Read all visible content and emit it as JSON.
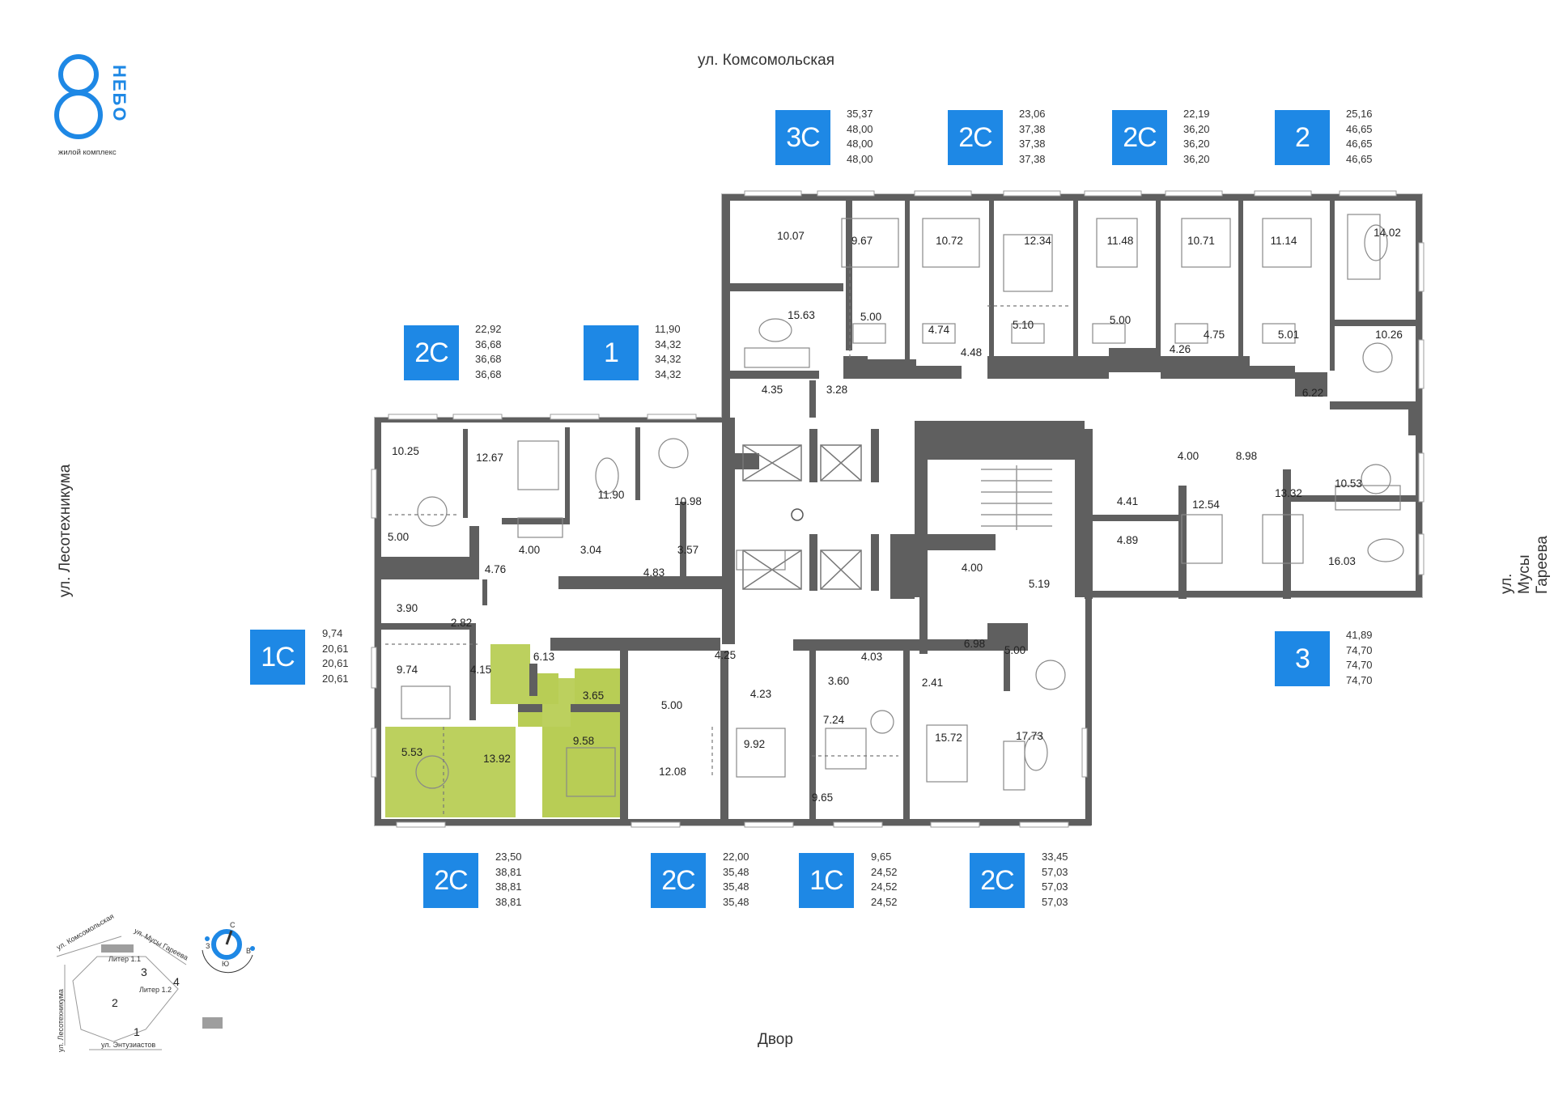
{
  "logo": {
    "brand": "НЕБО",
    "subtitle": "жилой комплекс"
  },
  "streets": {
    "north": "ул. Комсомольская",
    "south": "Двор",
    "west": "ул. Лесотехникума",
    "east": "ул. Мусы Гареева"
  },
  "apartments": [
    {
      "type": "3С",
      "areas": [
        "35,37",
        "48,00",
        "48,00",
        "48,00"
      ]
    },
    {
      "type": "2С",
      "areas": [
        "23,06",
        "37,38",
        "37,38",
        "37,38"
      ]
    },
    {
      "type": "2С",
      "areas": [
        "22,19",
        "36,20",
        "36,20",
        "36,20"
      ]
    },
    {
      "type": "2",
      "areas": [
        "25,16",
        "46,65",
        "46,65",
        "46,65"
      ]
    },
    {
      "type": "2С",
      "areas": [
        "22,92",
        "36,68",
        "36,68",
        "36,68"
      ]
    },
    {
      "type": "1",
      "areas": [
        "11,90",
        "34,32",
        "34,32",
        "34,32"
      ]
    },
    {
      "type": "1С",
      "areas": [
        "9,74",
        "20,61",
        "20,61",
        "20,61"
      ]
    },
    {
      "type": "3",
      "areas": [
        "41,89",
        "74,70",
        "74,70",
        "74,70"
      ]
    },
    {
      "type": "2С",
      "areas": [
        "23,50",
        "38,81",
        "38,81",
        "38,81"
      ]
    },
    {
      "type": "2С",
      "areas": [
        "22,00",
        "35,48",
        "35,48",
        "35,48"
      ]
    },
    {
      "type": "1С",
      "areas": [
        "9,65",
        "24,52",
        "24,52",
        "24,52"
      ]
    },
    {
      "type": "2С",
      "areas": [
        "33,45",
        "57,03",
        "57,03",
        "57,03"
      ]
    }
  ],
  "rooms": [
    "10.07",
    "9.67",
    "10.72",
    "12.34",
    "11.48",
    "10.71",
    "11.14",
    "14.02",
    "15.63",
    "5.00",
    "4.74",
    "4.48",
    "5.10",
    "5.00",
    "4.26",
    "4.75",
    "5.01",
    "10.26",
    "4.35",
    "3.28",
    "6.22",
    "10.25",
    "12.67",
    "11.90",
    "10.98",
    "4.00",
    "8.98",
    "5.00",
    "4.00",
    "3.04",
    "4.83",
    "3.57",
    "4.41",
    "12.54",
    "13.32",
    "10.53",
    "4.76",
    "4.89",
    "16.03",
    "3.90",
    "2.82",
    "4.00",
    "5.19",
    "9.74",
    "4.15",
    "6.13",
    "4.25",
    "4.03",
    "6.98",
    "5.00",
    "3.65",
    "4.23",
    "3.60",
    "2.41",
    "5.00",
    "9.58",
    "5.53",
    "13.92",
    "12.08",
    "9.92",
    "7.24",
    "15.72",
    "17.73",
    "9.65"
  ],
  "minimap": {
    "streets": [
      "ул. Комсомольская",
      "ул. Мусы Гареева",
      "ул. Лесотехникума",
      "ул. Энтузиастов"
    ],
    "buildings": [
      "Литер 1.1",
      "Литер 1.2"
    ],
    "sections": [
      "1",
      "2",
      "3",
      "4"
    ],
    "compass": {
      "n": "С",
      "s": "Ю",
      "w": "З",
      "e": "В"
    }
  },
  "colors": {
    "accent": "#1e88e5",
    "wall": "#5f5f5f",
    "highlight": "#b8cd55"
  }
}
